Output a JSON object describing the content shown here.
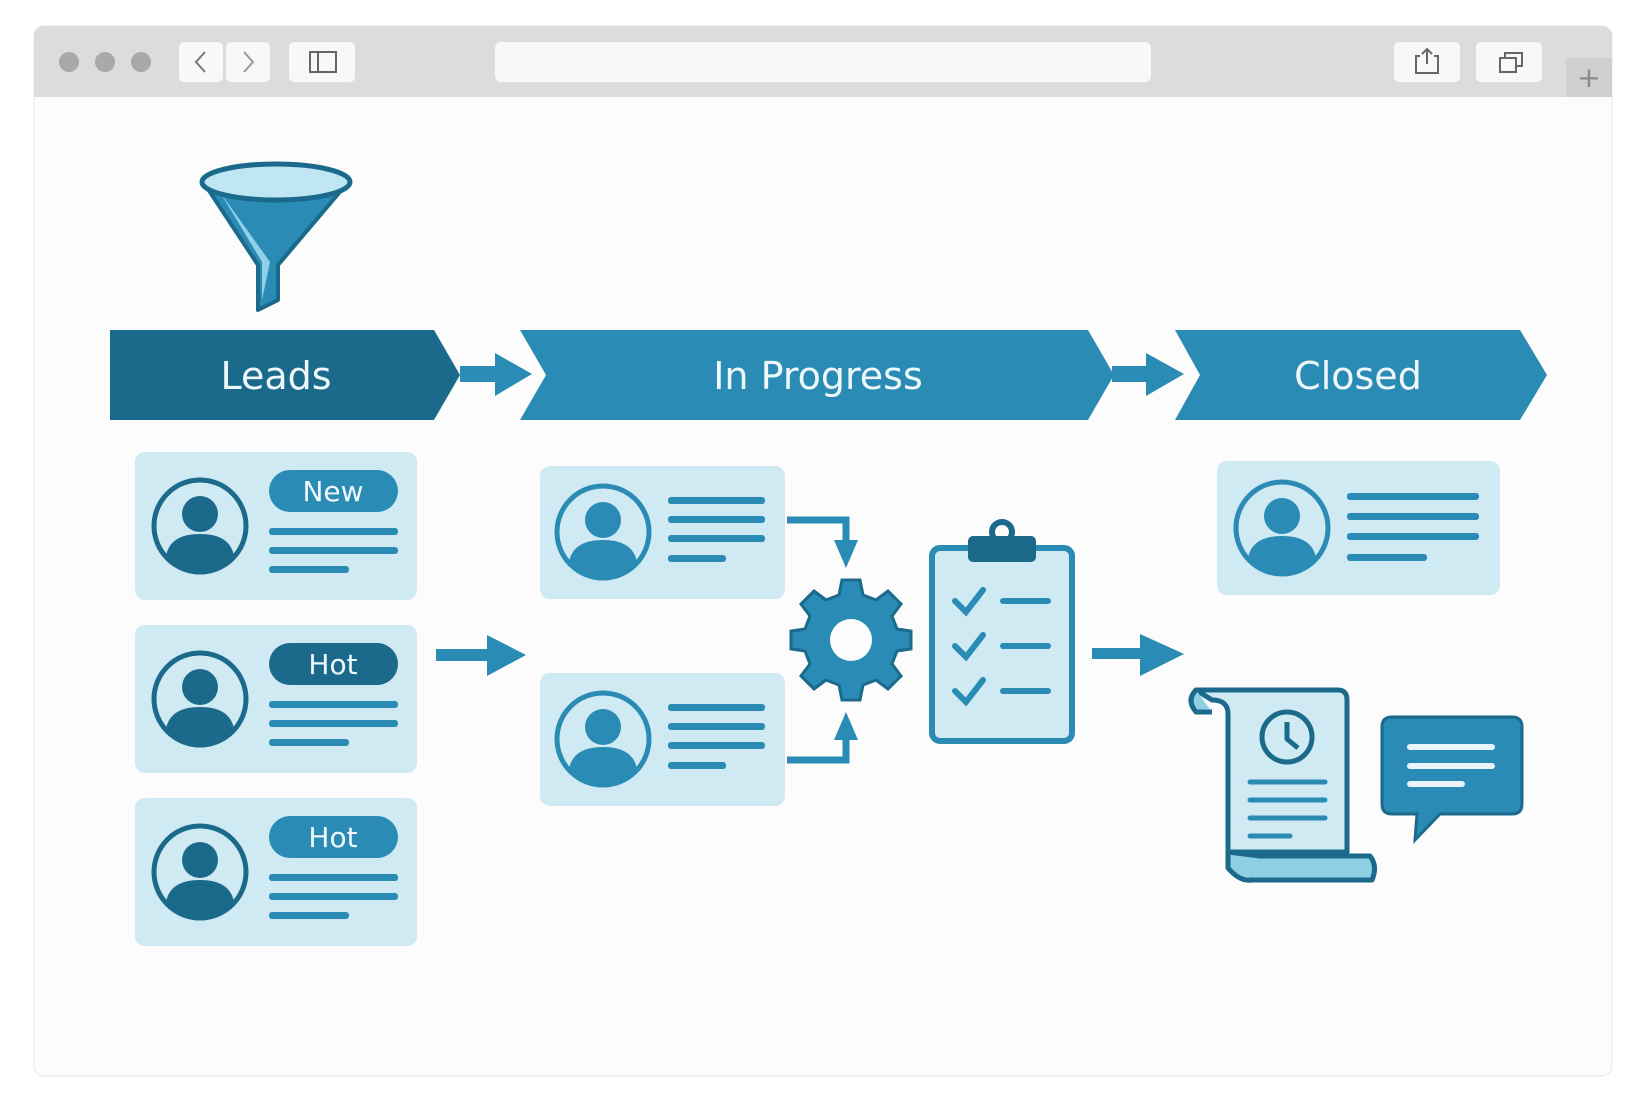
{
  "browser": {
    "back_icon": "chevron-left-icon",
    "forward_icon": "chevron-right-icon",
    "sidebar_icon": "sidebar-icon",
    "share_icon": "share-icon",
    "tabs_icon": "tabs-icon",
    "new_tab_icon": "plus-icon",
    "new_tab_label": "+"
  },
  "stages": [
    {
      "label": "Leads"
    },
    {
      "label": "In Progress"
    },
    {
      "label": "Closed"
    }
  ],
  "lead_cards": [
    {
      "badge": "New"
    },
    {
      "badge": "Hot"
    },
    {
      "badge": "Hot"
    }
  ],
  "colors": {
    "dark": "#1b6a8c",
    "primary": "#2a8bb5",
    "light": "#cfeaf2",
    "background": "#fbfcfb"
  }
}
